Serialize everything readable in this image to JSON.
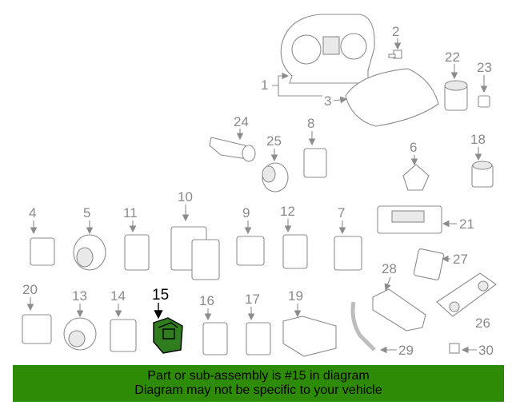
{
  "banner": {
    "line1": "Part or sub-assembly is #15 in diagram",
    "line2": "Diagram may not be specific to your vehicle"
  },
  "callouts": {
    "n1": "1",
    "n2": "2",
    "n3": "3",
    "n4": "4",
    "n5": "5",
    "n6": "6",
    "n7": "7",
    "n8": "8",
    "n9": "9",
    "n10": "10",
    "n11": "11",
    "n12": "12",
    "n13": "13",
    "n14": "14",
    "n15": "15",
    "n16": "16",
    "n17": "17",
    "n18": "18",
    "n19": "19",
    "n20": "20",
    "n21": "21",
    "n22": "22",
    "n23": "23",
    "n24": "24",
    "n25": "25",
    "n26": "26",
    "n27": "27",
    "n28": "28",
    "n29": "29",
    "n30": "30"
  },
  "highlighted_part": "15",
  "colors": {
    "highlight": "#2f7d1f",
    "banner": "#2e8b05",
    "line": "#8c8c8c"
  }
}
